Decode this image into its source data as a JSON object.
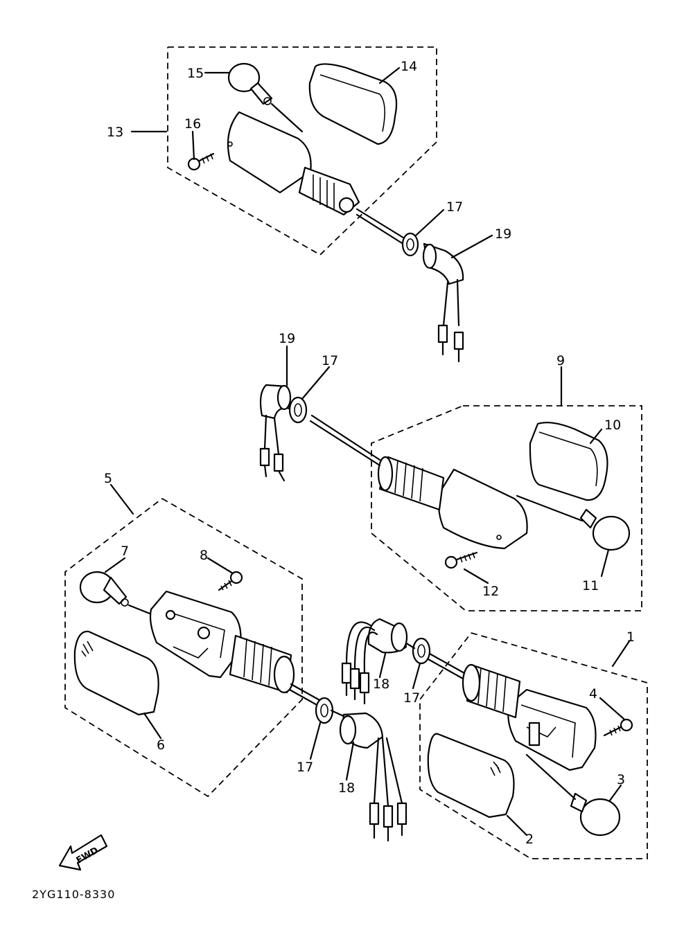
{
  "diagram": {
    "callouts": {
      "p1": "1",
      "p2": "2",
      "p3": "3",
      "p4": "4",
      "p5": "5",
      "p6": "6",
      "p7": "7",
      "p8": "8",
      "p9": "9",
      "p10": "10",
      "p11": "11",
      "p12": "12",
      "p13": "13",
      "p14": "14",
      "p15": "15",
      "p16": "16",
      "p17": "17",
      "p18": "18",
      "p19": "19"
    },
    "direction_label": "FWD",
    "figure_code": "2YG110-8330"
  }
}
